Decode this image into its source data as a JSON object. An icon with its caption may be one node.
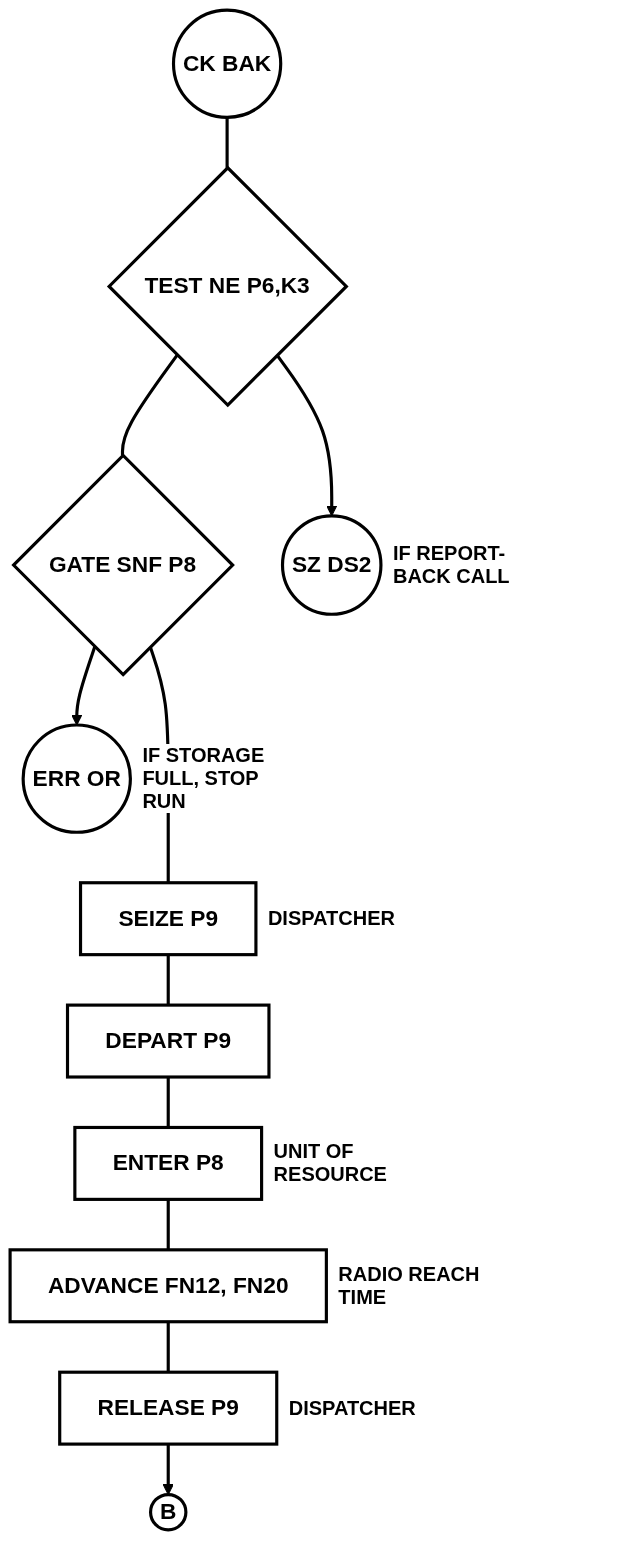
{
  "diagram": {
    "nodes": [
      {
        "text": [
          "CK BAK"
        ]
      },
      {
        "text": [
          "TEST NE P6,K3"
        ]
      },
      {
        "text": [
          "SZ DS2"
        ],
        "beside": [
          "IF REPORT-BACK CALL"
        ]
      },
      {
        "text": [
          "GATE SNF P8"
        ]
      },
      {
        "text": [
          "ERR OR"
        ],
        "beside": [
          "IF STORAGE FULL, STOP RUN"
        ]
      },
      {
        "text": [
          "SEIZE P9"
        ],
        "beside": [
          "DISPATCHER"
        ]
      },
      {
        "text": [
          "DEPART P9"
        ]
      },
      {
        "text": [
          "ENTER P8"
        ],
        "beside": [
          "UNIT OF RESOURCE"
        ]
      },
      {
        "text": [
          "ADVANCE FN12, FN20"
        ],
        "beside": [
          "RADIO REACH TIME"
        ]
      },
      {
        "text": [
          "RELEASE P9"
        ],
        "beside": [
          "DISPATCHER"
        ]
      },
      {
        "text": [
          "B"
        ]
      }
    ],
    "edges": [
      {
        "from": 0,
        "to": 1,
        "arrow": "none"
      },
      {
        "from": 1,
        "to": 2,
        "arrow": "to"
      },
      {
        "from": 1,
        "to": 3,
        "arrow": "none"
      },
      {
        "from": 3,
        "to": 4,
        "arrow": "to"
      },
      {
        "from": 3,
        "to": 5,
        "arrow": "none"
      },
      {
        "from": 5,
        "to": 6,
        "arrow": "none"
      },
      {
        "from": 6,
        "to": 7,
        "arrow": "none"
      },
      {
        "from": 7,
        "to": 8,
        "arrow": "none"
      },
      {
        "from": 8,
        "to": 9,
        "arrow": "none"
      },
      {
        "from": 9,
        "to": 10,
        "arrow": "to"
      }
    ]
  }
}
